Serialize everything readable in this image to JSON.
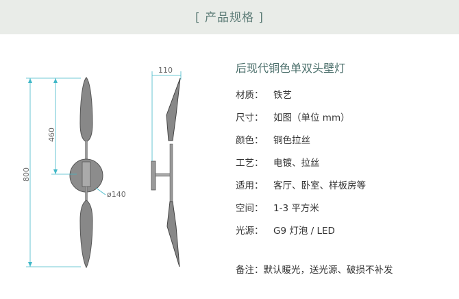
{
  "header": {
    "title": "[ 产品规格 ]"
  },
  "drawing": {
    "dim_width": "110",
    "dim_upper": "460",
    "dim_total": "800",
    "dim_diameter": "ø140"
  },
  "product": {
    "name": "后现代铜色单双头壁灯",
    "specs": [
      {
        "label": "材质：",
        "value": "铁艺"
      },
      {
        "label": "尺寸：",
        "value": "如图（单位 mm）"
      },
      {
        "label": "颜色：",
        "value": "铜色拉丝"
      },
      {
        "label": "工艺：",
        "value": "电镀、拉丝"
      },
      {
        "label": "适用：",
        "value": "客厅、卧室、样板房等"
      },
      {
        "label": "空间：",
        "value": "1-3 平方米"
      },
      {
        "label": "光源：",
        "value": "G9 灯泡 / LED"
      }
    ],
    "note": "备注：默认暖光，送光源、破损不补发"
  }
}
